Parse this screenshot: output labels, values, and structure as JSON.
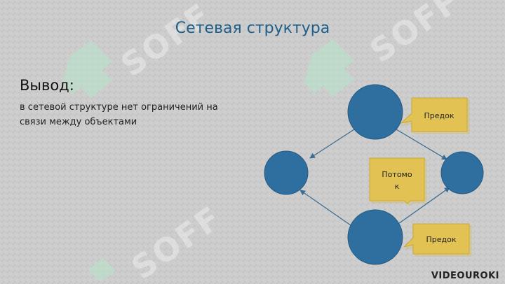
{
  "slide": {
    "title": "Сетевая структура",
    "heading": "Вывод:",
    "body": "в сетевой структуре нет ограничений на связи между объектами"
  },
  "diagram": {
    "callouts": [
      {
        "id": "predok-top",
        "lines": [
          "Предок"
        ]
      },
      {
        "id": "potomok",
        "lines": [
          "Потомо",
          "к"
        ]
      },
      {
        "id": "predok-bottom",
        "lines": [
          "Предок"
        ]
      }
    ],
    "node_color": "#2f6f9f",
    "callout_color": "#e2c252",
    "edge_color": "#3b6d94"
  },
  "watermark": {
    "text": "SOFF"
  },
  "logo": {
    "text": "VIDEOUROKI"
  }
}
